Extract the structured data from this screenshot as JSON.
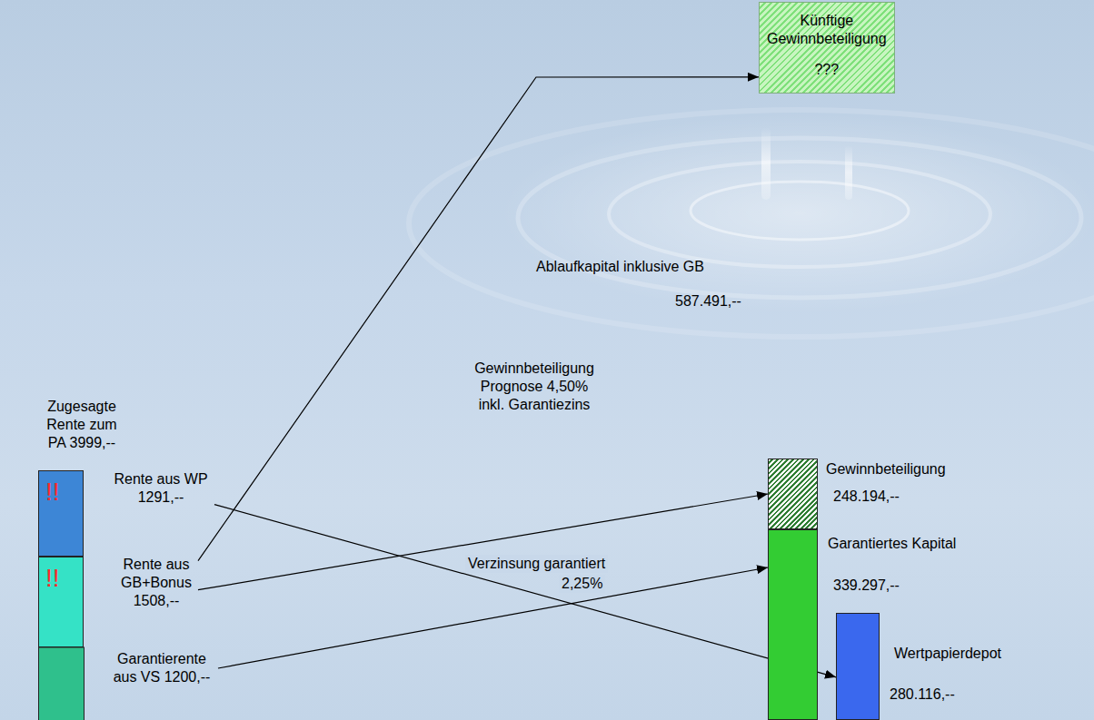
{
  "diagram": {
    "nodes": [
      {
        "text": [
          "Künftige Gewinnbeteiligung",
          "???"
        ]
      },
      {
        "text": [
          "!!"
        ]
      },
      {
        "text": [
          "Rente aus WP 1291,--"
        ]
      },
      {
        "text": [
          "!!"
        ]
      },
      {
        "text": [
          "Rente aus GB+Bonus 1508,--"
        ]
      },
      {
        "text": [
          "Garantierente aus VS 1200,--"
        ]
      },
      {
        "text": [
          "Gewinnbeteiligung",
          "248.194,--"
        ]
      },
      {
        "text": [
          "Garantiertes Kapital",
          "339.297,--"
        ]
      },
      {
        "text": [
          "Wertpapierdepot",
          "280.116,--"
        ]
      }
    ],
    "edges": [
      {
        "from": 4,
        "to": 0,
        "arrow": "to"
      },
      {
        "from": 4,
        "to": 6,
        "arrow": "to"
      },
      {
        "from": 2,
        "to": 8,
        "arrow": "to"
      },
      {
        "from": 5,
        "to": 7,
        "arrow": "to"
      }
    ],
    "labels": [
      "Zugesagte Rente zum PA 3999,--",
      "Gewinnbeteiligung Prognose 4,50% inkl. Garantiezins",
      "Ablaufkapital inklusive GB",
      "587.491,--",
      "Verzinsung garantiert",
      "2,25%"
    ]
  }
}
